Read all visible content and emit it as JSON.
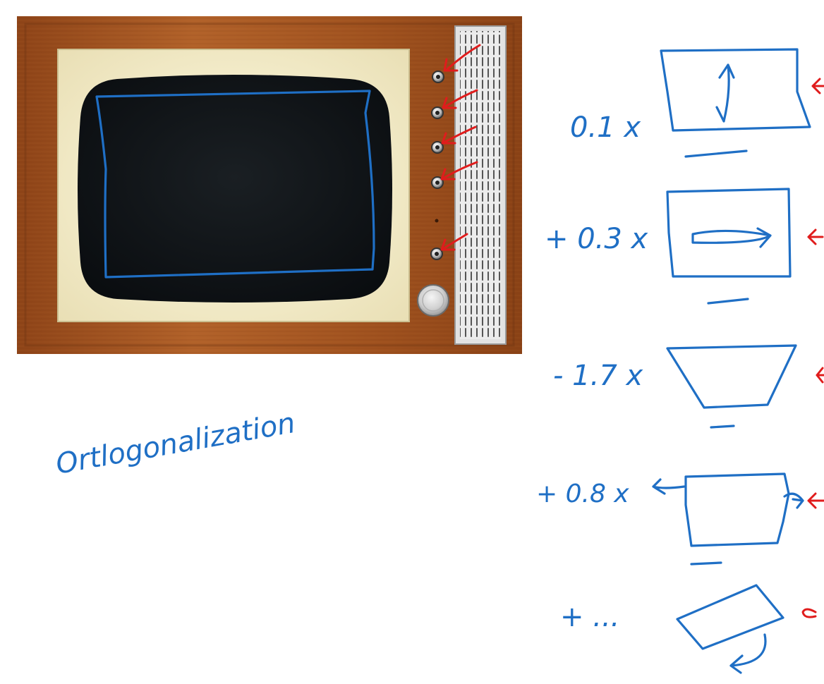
{
  "annotation": {
    "text": "Ortlogonalization"
  },
  "coefficients": [
    {
      "label": "0.1 x"
    },
    {
      "label": "+ 0.3 x"
    },
    {
      "label": "- 1.7 x"
    },
    {
      "label": "+ 0.8 x"
    },
    {
      "label": "+ ..."
    }
  ],
  "colors": {
    "ink": "#1f6fc5",
    "arrow": "#e01c1c",
    "wood": "#a8561f",
    "screen": "#101417",
    "bezel": "#f3eccb"
  },
  "icons": {
    "knob": "knob-icon",
    "dial": "dial-icon",
    "arrow": "red-arrow-icon"
  }
}
